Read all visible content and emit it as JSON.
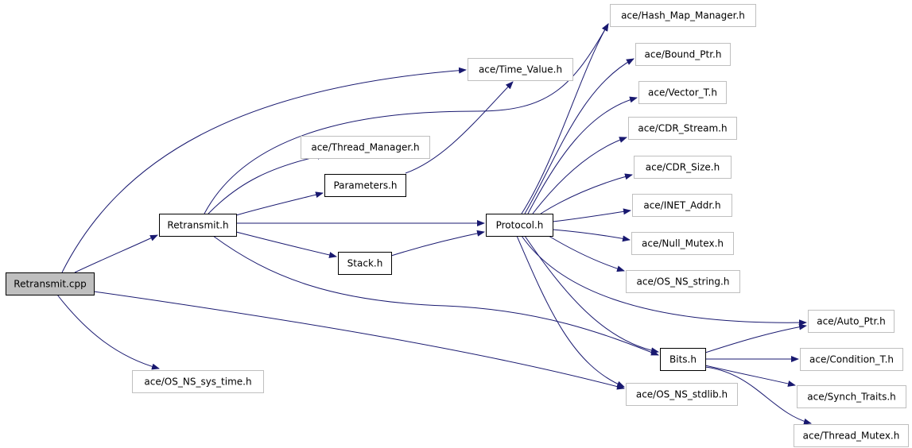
{
  "diagram": {
    "style": {
      "edge_color": "#191970",
      "root_fill": "#bfbfbf",
      "root_border": "#000000",
      "local_border": "#000000",
      "external_border": "#bfbfbf",
      "node_fill": "#ffffff"
    },
    "nodes": [
      {
        "id": "retransmit_cpp",
        "label": "Retransmit.cpp",
        "kind": "root"
      },
      {
        "id": "retransmit_h",
        "label": "Retransmit.h",
        "kind": "local"
      },
      {
        "id": "time_value_h",
        "label": "ace/Time_Value.h",
        "kind": "external"
      },
      {
        "id": "thread_manager_h",
        "label": "ace/Thread_Manager.h",
        "kind": "external"
      },
      {
        "id": "parameters_h",
        "label": "Parameters.h",
        "kind": "local"
      },
      {
        "id": "stack_h",
        "label": "Stack.h",
        "kind": "local"
      },
      {
        "id": "protocol_h",
        "label": "Protocol.h",
        "kind": "local"
      },
      {
        "id": "hash_map_manager_h",
        "label": "ace/Hash_Map_Manager.h",
        "kind": "external"
      },
      {
        "id": "bound_ptr_h",
        "label": "ace/Bound_Ptr.h",
        "kind": "external"
      },
      {
        "id": "vector_t_h",
        "label": "ace/Vector_T.h",
        "kind": "external"
      },
      {
        "id": "cdr_stream_h",
        "label": "ace/CDR_Stream.h",
        "kind": "external"
      },
      {
        "id": "cdr_size_h",
        "label": "ace/CDR_Size.h",
        "kind": "external"
      },
      {
        "id": "inet_addr_h",
        "label": "ace/INET_Addr.h",
        "kind": "external"
      },
      {
        "id": "null_mutex_h",
        "label": "ace/Null_Mutex.h",
        "kind": "external"
      },
      {
        "id": "os_ns_string_h",
        "label": "ace/OS_NS_string.h",
        "kind": "external"
      },
      {
        "id": "auto_ptr_h",
        "label": "ace/Auto_Ptr.h",
        "kind": "external"
      },
      {
        "id": "bits_h",
        "label": "Bits.h",
        "kind": "local"
      },
      {
        "id": "condition_t_h",
        "label": "ace/Condition_T.h",
        "kind": "external"
      },
      {
        "id": "synch_traits_h",
        "label": "ace/Synch_Traits.h",
        "kind": "external"
      },
      {
        "id": "thread_mutex_h",
        "label": "ace/Thread_Mutex.h",
        "kind": "external"
      },
      {
        "id": "os_ns_sys_time_h",
        "label": "ace/OS_NS_sys_time.h",
        "kind": "external"
      },
      {
        "id": "os_ns_stdlib_h",
        "label": "ace/OS_NS_stdlib.h",
        "kind": "external"
      }
    ],
    "edges": [
      {
        "from": "retransmit_cpp",
        "to": "retransmit_h"
      },
      {
        "from": "retransmit_cpp",
        "to": "time_value_h"
      },
      {
        "from": "retransmit_cpp",
        "to": "os_ns_sys_time_h"
      },
      {
        "from": "retransmit_cpp",
        "to": "os_ns_stdlib_h"
      },
      {
        "from": "retransmit_h",
        "to": "thread_manager_h"
      },
      {
        "from": "retransmit_h",
        "to": "parameters_h"
      },
      {
        "from": "retransmit_h",
        "to": "protocol_h"
      },
      {
        "from": "retransmit_h",
        "to": "stack_h"
      },
      {
        "from": "retransmit_h",
        "to": "hash_map_manager_h"
      },
      {
        "from": "retransmit_h",
        "to": "bits_h"
      },
      {
        "from": "parameters_h",
        "to": "time_value_h"
      },
      {
        "from": "stack_h",
        "to": "protocol_h"
      },
      {
        "from": "protocol_h",
        "to": "hash_map_manager_h"
      },
      {
        "from": "protocol_h",
        "to": "bound_ptr_h"
      },
      {
        "from": "protocol_h",
        "to": "vector_t_h"
      },
      {
        "from": "protocol_h",
        "to": "cdr_stream_h"
      },
      {
        "from": "protocol_h",
        "to": "cdr_size_h"
      },
      {
        "from": "protocol_h",
        "to": "inet_addr_h"
      },
      {
        "from": "protocol_h",
        "to": "null_mutex_h"
      },
      {
        "from": "protocol_h",
        "to": "os_ns_string_h"
      },
      {
        "from": "protocol_h",
        "to": "auto_ptr_h"
      },
      {
        "from": "protocol_h",
        "to": "bits_h"
      },
      {
        "from": "protocol_h",
        "to": "os_ns_stdlib_h"
      },
      {
        "from": "bits_h",
        "to": "auto_ptr_h"
      },
      {
        "from": "bits_h",
        "to": "condition_t_h"
      },
      {
        "from": "bits_h",
        "to": "synch_traits_h"
      },
      {
        "from": "bits_h",
        "to": "thread_mutex_h"
      }
    ]
  }
}
